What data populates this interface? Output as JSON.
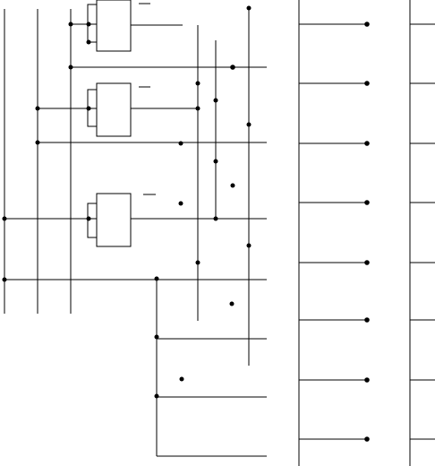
{
  "diagram": {
    "type": "logic-circuit",
    "gates": [
      {
        "id": "gate-1",
        "kind": "and-gate"
      },
      {
        "id": "gate-2",
        "kind": "and-gate"
      },
      {
        "id": "gate-3",
        "kind": "and-gate"
      }
    ],
    "junction_count": 34
  }
}
